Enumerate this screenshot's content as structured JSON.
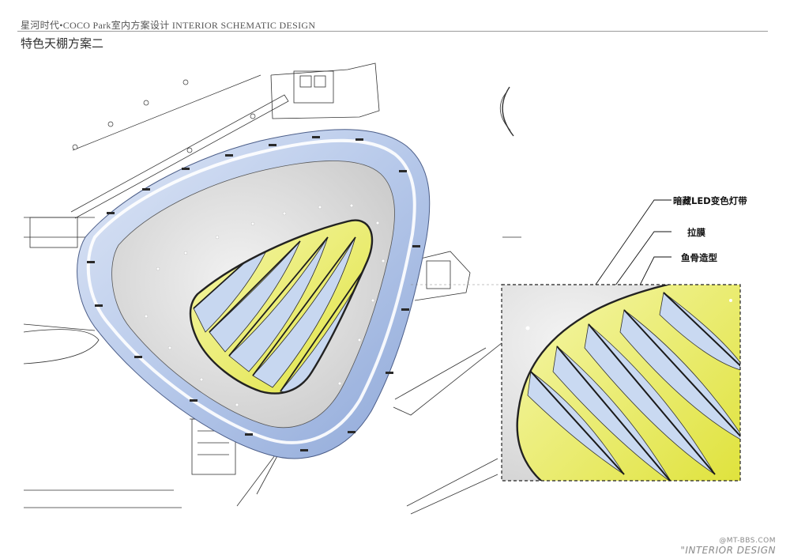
{
  "header": {
    "title": "星河时代•COCO Park室内方案设计 INTERIOR SCHEMATIC DESIGN",
    "subtitle": "特色天棚方案二"
  },
  "callouts": [
    {
      "label": "暗藏LED变色灯带"
    },
    {
      "label": "拉膜"
    },
    {
      "label": "鱼骨造型"
    }
  ],
  "watermark": {
    "url": "@MT-BBS.COM",
    "name": "\"INTERIOR DESIGN"
  },
  "colors": {
    "outer_ring": "#a9bfe6",
    "ceiling": "#dcdcdc",
    "membrane_yellow": "#eef06a",
    "membrane_blue": "#c5d6ef",
    "line": "#222222"
  }
}
